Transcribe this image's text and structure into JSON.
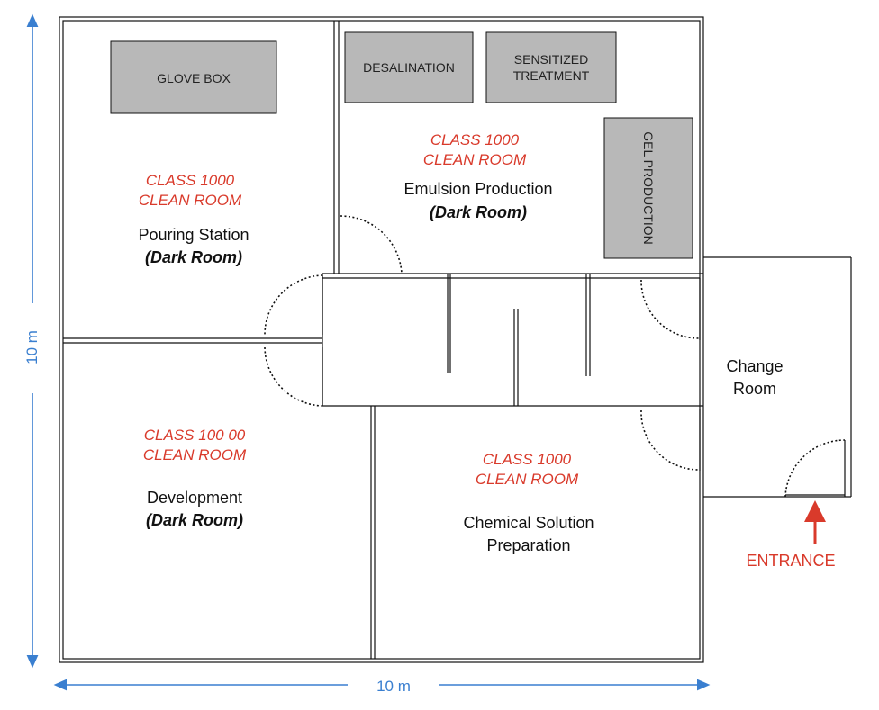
{
  "colors": {
    "wall": "#111111",
    "equipment_fill": "#b8b8b8",
    "clean_room_label": "#d93a2b",
    "dimension": "#3a7fd0",
    "entrance": "#d93a2b"
  },
  "equipment": {
    "glove_box": "GLOVE BOX",
    "desalination": "DESALINATION",
    "sensitized_treatment": [
      "SENSITIZED",
      "TREATMENT"
    ],
    "gel_production": "GEL PRODUCTION"
  },
  "rooms": {
    "pouring_station": {
      "class_label": [
        "CLASS 1000",
        "CLEAN ROOM"
      ],
      "name": "Pouring Station",
      "note": "(Dark Room)"
    },
    "emulsion_production": {
      "class_label": [
        "CLASS 1000",
        "CLEAN ROOM"
      ],
      "name": "Emulsion Production",
      "note": "(Dark Room)"
    },
    "development": {
      "class_label": [
        "CLASS 100 00",
        "CLEAN ROOM"
      ],
      "name": "Development",
      "note": "(Dark Room)"
    },
    "chemical_solution": {
      "class_label": [
        "CLASS 1000",
        "CLEAN ROOM"
      ],
      "name": [
        "Chemical Solution",
        "Preparation"
      ]
    },
    "change_room": {
      "name": [
        "Change",
        "Room"
      ]
    }
  },
  "entrance_label": "ENTRANCE",
  "dimensions": {
    "width": "10 m",
    "height": "10 m"
  }
}
